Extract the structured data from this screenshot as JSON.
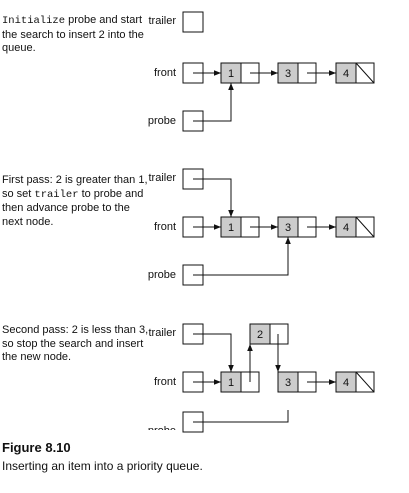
{
  "step1": {
    "desc_pre": "",
    "desc_code": "Initialize",
    "desc_post": " probe and start the search to insert 2 into the queue."
  },
  "step2": {
    "desc_pre": "First pass: 2 is greater than 1, so set ",
    "desc_code": "trailer",
    "desc_post": " to probe and then advance probe to the next node."
  },
  "step3": {
    "desc_pre": "Second pass: 2 is less than 3, so stop the search and insert the new node.",
    "desc_code": "",
    "desc_post": ""
  },
  "labels": {
    "trailer": "trailer",
    "front": "front",
    "probe": "probe"
  },
  "nodes": {
    "n1": "1",
    "n2": "2",
    "n3": "3",
    "n4": "4"
  },
  "figure": {
    "number": "Figure 8.10",
    "caption": "Inserting an item into a priority queue."
  },
  "colors": {
    "node_fill": "#cccccc",
    "line": "#111111"
  }
}
